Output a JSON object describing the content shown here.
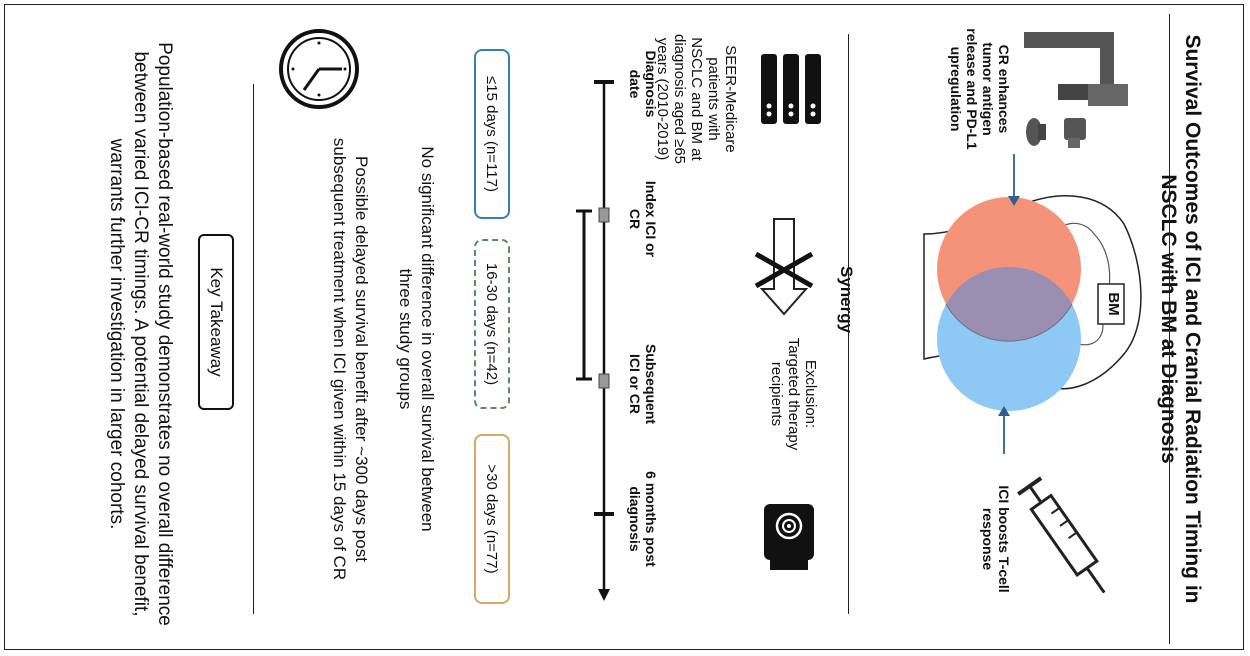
{
  "title": "Survival Outcomes of ICI and Cranial Radiation Timing in NSCLC with BM at Diagnosis",
  "synergy": {
    "label": "Synergy",
    "cr_text": "CR enhances tumor antigen release and PD-L1 upregulation",
    "ici_text": "ICI boosts T-cell response",
    "bm_label": "BM",
    "colors": {
      "cr": "#f4937a",
      "ici": "#8ec8f5",
      "overlap": "#9a8fb0",
      "arrow": "#2f5f8a"
    }
  },
  "cohort": {
    "description": "SEER-Medicare patients with NSCLC and BM at diagnosis aged ≥65 years (2010-2019)",
    "exclusion": "Exclusion: Targeted therapy recipients"
  },
  "timeline": {
    "labels": [
      "Diagnosis date",
      "Index ICI or CR",
      "Subsequent ICI or CR",
      "6 months post diagnosis"
    ],
    "groups": [
      {
        "label": "≤15 days (n=117)",
        "color": "#3a7fb0",
        "style": "solid"
      },
      {
        "label": "16-30 days (n=42)",
        "color": "#5a8a6a",
        "style": "dashed"
      },
      {
        "label": ">30 days (n=77)",
        "color": "#d6a860",
        "style": "solid"
      }
    ]
  },
  "findings": {
    "no_diff": "No significant difference in overall survival between three study groups",
    "delayed": "Possible delayed survival benefit after ~300 days post subsequent treatment when ICI given within 15 days of CR"
  },
  "takeaway": {
    "label": "Key Takeaway",
    "text": "Population-based real-world study demonstrates no overall difference between varied ICI-CR timings. A potential delayed survival benefit, warrants further investigation in larger cohorts."
  }
}
